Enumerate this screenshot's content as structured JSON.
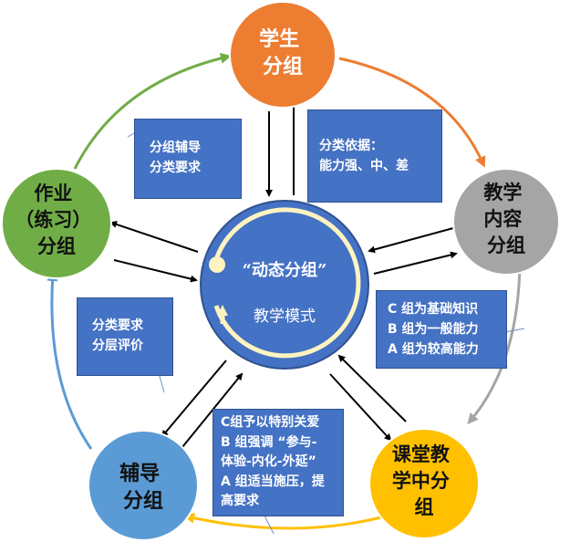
{
  "center": {
    "title": "“动态分组”",
    "subtitle": "教学模式"
  },
  "nodes": {
    "student": {
      "lines": [
        "学生",
        "分组"
      ],
      "color": "#ed7d31"
    },
    "content": {
      "lines": [
        "教学",
        "内容",
        "分组"
      ],
      "color": "#a5a5a5"
    },
    "classroom": {
      "lines": [
        "课堂教",
        "学中分",
        "组"
      ],
      "color": "#ffc000"
    },
    "tutor": {
      "lines": [
        "辅导",
        "分组"
      ],
      "color": "#5b9bd5"
    },
    "homework": {
      "lines": [
        "作业",
        "（练习）",
        "分组"
      ],
      "color": "#70ad47"
    }
  },
  "boxes": {
    "tutor_classify": [
      "分组辅导",
      "分类要求"
    ],
    "classify_basis": [
      "分类依据：",
      "能力强、中、差"
    ],
    "group_levels": [
      "C 组为基础知识",
      "B 组为一般能力",
      "A 组为较高能力"
    ],
    "eval": [
      "分类要求",
      "分层评价"
    ],
    "attention": [
      "C组予以特别关爱",
      "B 组强调 “参与-",
      "体验-内化-外延”",
      "A 组适当施压，提",
      "高要求"
    ]
  },
  "colors": {
    "center_fill": "#4472c4",
    "box_fill": "#4472c4",
    "arrow": "#000000"
  }
}
